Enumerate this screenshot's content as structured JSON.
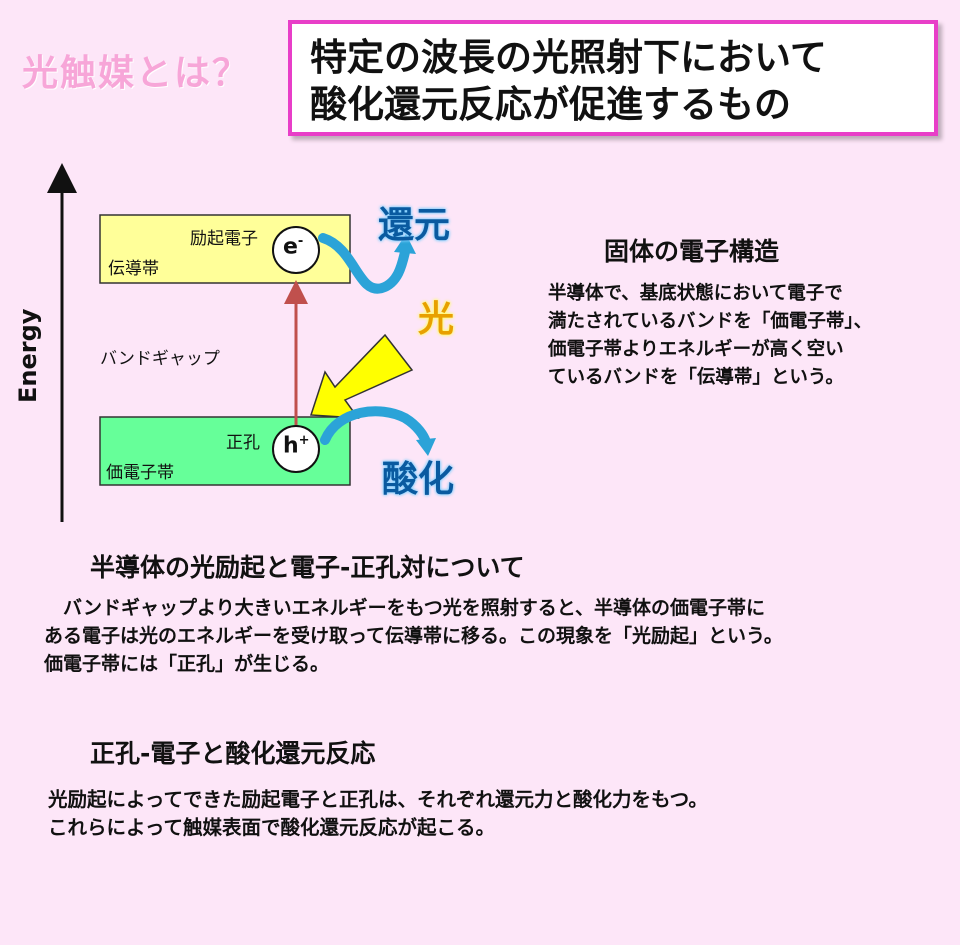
{
  "question_title": "光触媒とは？",
  "definition": {
    "line1": "特定の波長の光照射下において",
    "line2": "酸化還元反応が促進するもの"
  },
  "diagram": {
    "axis_label": "Energy",
    "conduction_band": "伝導帯",
    "valence_band": "価電子帯",
    "excited_electron": "励起電子",
    "hole": "正孔",
    "band_gap": "バンドギャップ",
    "electron_symbol": "e",
    "electron_sup": "-",
    "hole_symbol": "h",
    "hole_sup": "+",
    "reduction": "還元",
    "oxidation": "酸化",
    "light": "光",
    "colors": {
      "conduction_band": "#ffff99",
      "valence_band": "#66ff99",
      "light_arrow": "#ffff00",
      "curve_arrow": "#2ba3d8",
      "label_text": "#0a5aa0",
      "excite_arrow": "#c0504d"
    }
  },
  "solid_structure": {
    "heading": "固体の電子構造",
    "lines": [
      "半導体で、基底状態において電子で",
      "満たされているバンドを「価電子帯」、",
      "価電子帯よりエネルギーが高く空い",
      "ているバンドを「伝導帯」という。"
    ]
  },
  "excitation": {
    "heading": "半導体の光励起と電子-正孔対について",
    "lines": [
      "　バンドギャップより大きいエネルギーをもつ光を照射すると、半導体の価電子帯に",
      "ある電子は光のエネルギーを受け取って伝導帯に移る。この現象を「光励起」という。",
      "価電子帯には「正孔」が生じる。"
    ]
  },
  "redox": {
    "heading": "正孔-電子と酸化還元反応",
    "lines": [
      "光励起によってできた励起電子と正孔は、それぞれ還元力と酸化力をもつ。",
      "これらによって触媒表面で酸化還元反応が起こる。"
    ]
  }
}
